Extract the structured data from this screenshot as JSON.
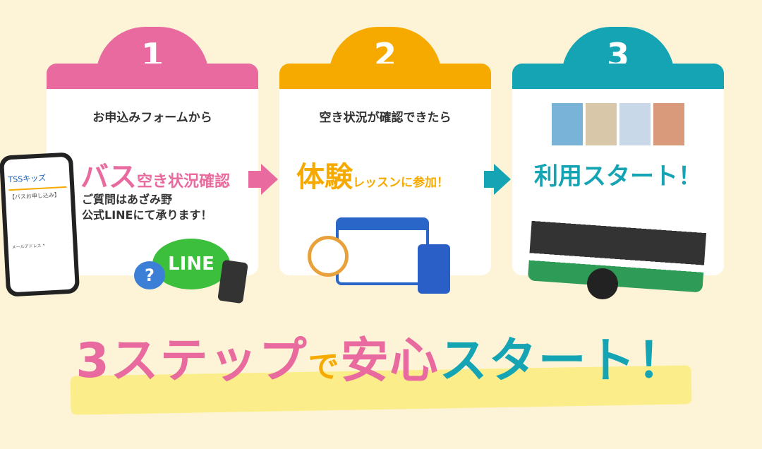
{
  "colors": {
    "pink": "#e96a9e",
    "orange": "#f6aa00",
    "teal": "#14a4b4",
    "background": "#fdf4d8"
  },
  "steps": [
    {
      "number": "1",
      "subtitle": "お申込みフォームから",
      "main_big": "バス",
      "main_small": "空き状況確認",
      "note_line1": "ご質問はあざみ野",
      "note_line2": "公式LINEにて承ります！",
      "badge": "LINE"
    },
    {
      "number": "2",
      "subtitle": "空き状況が確認できたら",
      "main_big": "体験",
      "main_small": "レッスンに参加！"
    },
    {
      "number": "3",
      "main": "利用スタート！"
    }
  ],
  "phone": {
    "logo": "TSSキッズ",
    "form_title": "【バスお申し込み】",
    "field": "メールアドレス *"
  },
  "headline": {
    "part1": "3ステップ",
    "part2": "で",
    "part3": "安心",
    "part4": "スタート！"
  }
}
